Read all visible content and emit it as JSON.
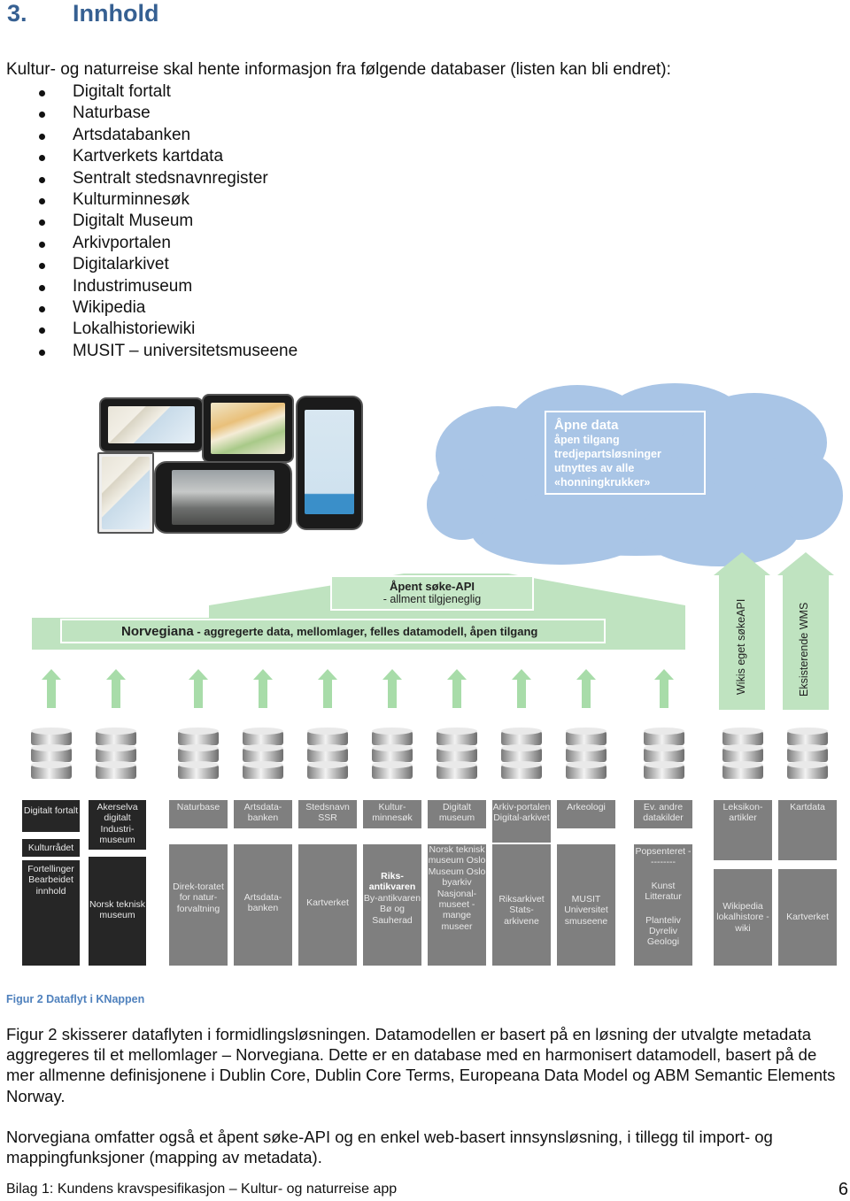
{
  "heading": {
    "number": "3.",
    "title": "Innhold"
  },
  "intro": "Kultur- og naturreise skal hente informasjon fra følgende databaser (listen kan bli endret):",
  "databases": [
    "Digitalt fortalt",
    "Naturbase",
    "Artsdatabanken",
    "Kartverkets kartdata",
    "Sentralt stedsnavnregister",
    "Kulturminnesøk",
    "Digitalt Museum",
    "Arkivportalen",
    "Digitalarkivet",
    "Industrimuseum",
    "Wikipedia",
    "Lokalhistoriewiki",
    "MUSIT – universitetsmuseene"
  ],
  "figure": {
    "cloud": {
      "title": "Åpne data",
      "lines": [
        "åpen tilgang",
        "tredjepartsløsninger",
        "utnyttes av alle",
        "«honningkrukker»"
      ]
    },
    "api": {
      "title": "Åpent søke-API",
      "sub": "- allment tilgjeneglig"
    },
    "norvegiana": {
      "name": "Norvegiana",
      "desc": " - aggregerte data, mellomlager, felles datamodell, åpen tilgang"
    },
    "side_columns": [
      "Wikis eget søkeAPI",
      "Eksisterende WMS"
    ],
    "sources": {
      "top": [
        "Digitalt fortalt",
        "Akerselva digitalt Industri-museum",
        "Naturbase",
        "Artsdata-banken",
        "Stedsnavn SSR",
        "Kultur-minnesøk",
        "Digitalt museum",
        "Arkiv-portalen Digital-arkivet",
        "Arkeologi",
        "Ev. andre datakilder",
        "Leksikon-artikler",
        "Kartdata"
      ],
      "kulturradet": "Kulturrådet",
      "fortellinger": "Fortellinger Bearbeidet innhold",
      "norsk_teknisk": "Norsk teknisk museum",
      "direktoratet": "Direk-toratet for natur-forvaltning",
      "artsdatabanken": "Artsdata-banken",
      "kartverket1": "Kartverket",
      "riksantikvaren_bold": "Riks-antikvaren",
      "riksantikvaren_rest": "By-antikvaren Bø og Sauherad",
      "norsk_teknisk_museum_oslo": "Norsk teknisk museum Oslo Museum Oslo byarkiv Nasjonal-museet - mange museer",
      "riksarkivet": "Riksarkivet Stats-arkivene",
      "musit": "MUSIT Universitet smuseene",
      "popsenteret": "Popsenteret ---------",
      "kunst": "Kunst Litteratur",
      "planteliv": "Planteliv Dyreliv Geologi",
      "wikipedia": "Wikipedia lokalhistore -wiki",
      "kartverket2": "Kartverket"
    }
  },
  "caption": "Figur 2 Dataflyt i KNappen",
  "paragraphs": [
    "Figur 2 skisserer dataflyten i formidlingsløsningen. Datamodellen er basert på en løsning der utvalgte metadata aggregeres til et mellomlager – Norvegiana. Dette er en database med en harmonisert datamodell, basert på de mer allmenne definisjonene i Dublin Core, Dublin Core Terms, Europeana Data Model og ABM Semantic Elements Norway.",
    "Norvegiana omfatter også et åpent søke-API og en enkel web-basert innsynsløsning, i tillegg til import- og mappingfunksjoner (mapping av metadata)."
  ],
  "footer": "Bilag 1: Kundens kravspesifikasjon – Kultur- og naturreise app",
  "page_number": "6",
  "colors": {
    "heading": "#366092",
    "caption": "#4f81bd",
    "cloud": "#a9c5e6",
    "green": "#bfe3c0"
  }
}
